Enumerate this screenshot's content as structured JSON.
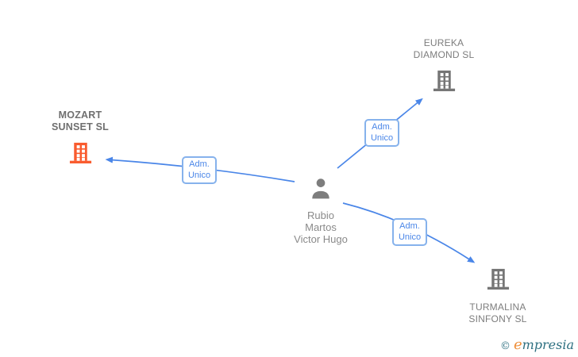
{
  "person": {
    "name_lines": [
      "Rubio",
      "Martos",
      "Victor Hugo"
    ],
    "full_name": "Rubio Martos Victor Hugo"
  },
  "companies": [
    {
      "id": "mozart",
      "name_lines": [
        "MOZART",
        "SUNSET SL"
      ],
      "full_name": "MOZART SUNSET SL",
      "highlighted": true,
      "icon": "building-icon",
      "icon_color": "#f95b2e"
    },
    {
      "id": "eureka",
      "name_lines": [
        "EUREKA",
        "DIAMOND SL"
      ],
      "full_name": "EUREKA DIAMOND SL",
      "highlighted": false,
      "icon": "building-icon",
      "icon_color": "#757575"
    },
    {
      "id": "turmalina",
      "name_lines": [
        "TURMALINA",
        "SINFONY SL"
      ],
      "full_name": "TURMALINA SINFONY SL",
      "highlighted": false,
      "icon": "building-icon",
      "icon_color": "#757575"
    }
  ],
  "edges": [
    {
      "from": "Rubio Martos Victor Hugo",
      "to": "MOZART SUNSET SL",
      "role": "Adm. Unico",
      "label_lines": [
        "Adm.",
        "Unico"
      ]
    },
    {
      "from": "Rubio Martos Victor Hugo",
      "to": "EUREKA DIAMOND SL",
      "role": "Adm. Unico",
      "label_lines": [
        "Adm.",
        "Unico"
      ]
    },
    {
      "from": "Rubio Martos Victor Hugo",
      "to": "TURMALINA SINFONY SL",
      "role": "Adm. Unico",
      "label_lines": [
        "Adm.",
        "Unico"
      ]
    }
  ],
  "watermark": {
    "copyright": "©",
    "brand_initial": "e",
    "brand_rest": "mpresia",
    "brand": "empresia"
  },
  "colors": {
    "arrow": "#4a86e8",
    "edge_label_text": "#4a86e8",
    "edge_label_border": "#86b2ec",
    "company_icon_gray": "#757575",
    "company_icon_highlight": "#f95b2e",
    "node_label": "#7d7d7d",
    "person_icon": "#7d7d7d",
    "person_name": "#8a8a8a",
    "watermark_teal": "#2e7081",
    "watermark_orange": "#ee8f3a"
  }
}
